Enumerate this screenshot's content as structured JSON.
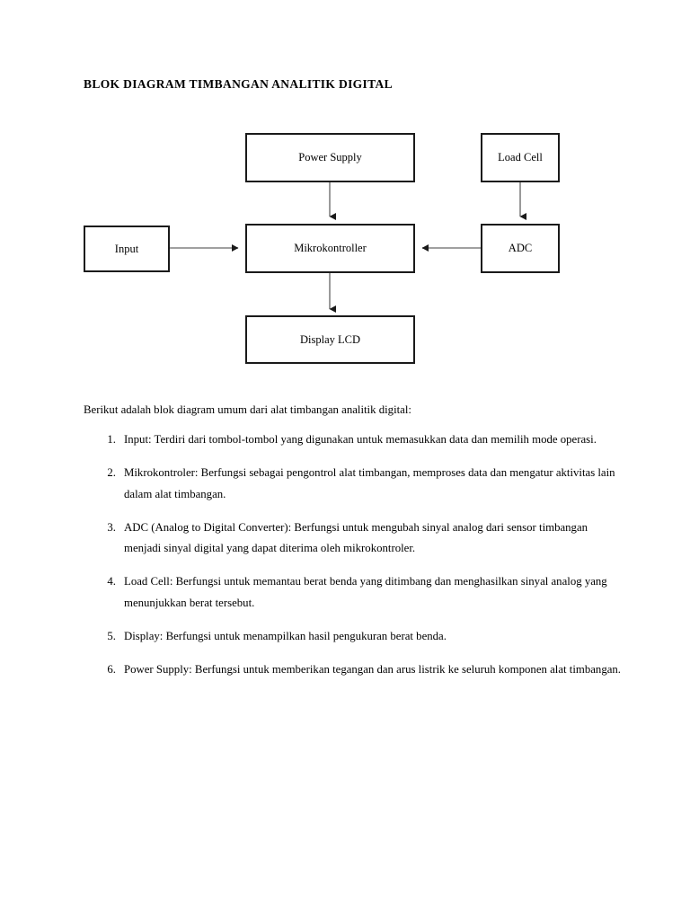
{
  "document": {
    "title": "BLOK DIAGRAM TIMBANGAN ANALITIK DIGITAL",
    "intro": "Berikut adalah blok diagram umum dari alat timbangan analitik digital:",
    "background_color": "#ffffff",
    "text_color": "#000000"
  },
  "diagram": {
    "type": "block-diagram",
    "box_border_color": "#1a1a1a",
    "connector_color": "#808080",
    "arrowhead_color": "#1a1a1a",
    "nodes": [
      {
        "id": "power-supply",
        "label": "Power Supply"
      },
      {
        "id": "load-cell",
        "label": "Load Cell"
      },
      {
        "id": "input",
        "label": "Input"
      },
      {
        "id": "mikrokontroller",
        "label": "Mikrokontroller"
      },
      {
        "id": "adc",
        "label": "ADC"
      },
      {
        "id": "display-lcd",
        "label": "Display LCD"
      }
    ],
    "edges": [
      {
        "from": "power-supply",
        "to": "mikrokontroller",
        "direction": "down"
      },
      {
        "from": "load-cell",
        "to": "adc",
        "direction": "down"
      },
      {
        "from": "input",
        "to": "mikrokontroller",
        "direction": "right"
      },
      {
        "from": "adc",
        "to": "mikrokontroller",
        "direction": "left"
      },
      {
        "from": "mikrokontroller",
        "to": "display-lcd",
        "direction": "down"
      }
    ]
  },
  "list": [
    {
      "number": "1.",
      "text": "Input: Terdiri dari tombol-tombol yang digunakan untuk memasukkan data dan memilih mode operasi."
    },
    {
      "number": "2.",
      "text": "Mikrokontroler: Berfungsi sebagai pengontrol alat timbangan, memproses data dan mengatur aktivitas lain dalam alat timbangan."
    },
    {
      "number": "3.",
      "text": "ADC (Analog to Digital Converter): Berfungsi untuk mengubah sinyal analog dari sensor timbangan menjadi sinyal digital yang dapat diterima oleh mikrokontroler."
    },
    {
      "number": "4.",
      "text": "Load Cell: Berfungsi untuk memantau berat benda yang ditimbang dan menghasilkan sinyal analog yang menunjukkan berat tersebut."
    },
    {
      "number": "5.",
      "text": "Display: Berfungsi untuk menampilkan hasil pengukuran berat benda."
    },
    {
      "number": "6.",
      "text": "Power Supply: Berfungsi untuk memberikan tegangan dan arus listrik ke seluruh komponen alat timbangan."
    }
  ]
}
